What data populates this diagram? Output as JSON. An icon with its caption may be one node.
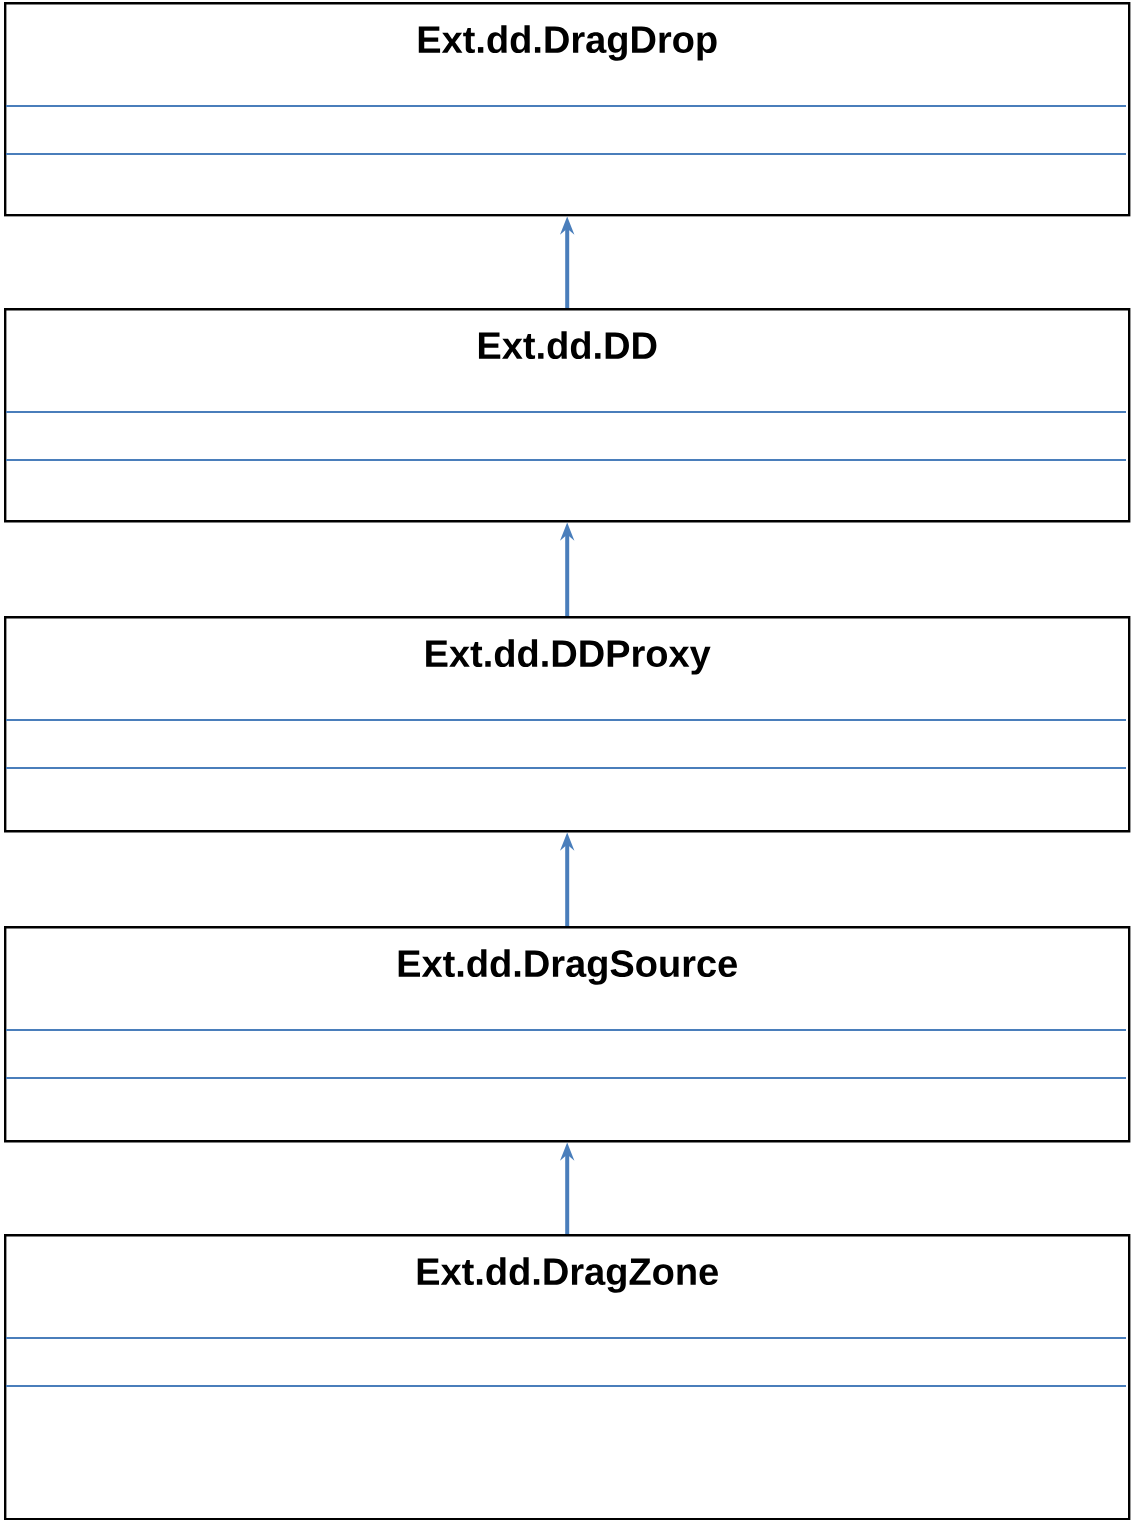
{
  "diagram": {
    "nodes": [
      {
        "text": [
          "Ext.dd.DragDrop"
        ]
      },
      {
        "text": [
          "Ext.dd.DD"
        ]
      },
      {
        "text": [
          "Ext.dd.DDProxy"
        ]
      },
      {
        "text": [
          "Ext.dd.DragSource"
        ]
      },
      {
        "text": [
          "Ext.dd.DragZone"
        ]
      }
    ],
    "edges": [
      {
        "from": 1,
        "to": 0,
        "arrow": "to"
      },
      {
        "from": 2,
        "to": 1,
        "arrow": "to"
      },
      {
        "from": 3,
        "to": 2,
        "arrow": "to"
      },
      {
        "from": 4,
        "to": 3,
        "arrow": "to"
      }
    ]
  }
}
